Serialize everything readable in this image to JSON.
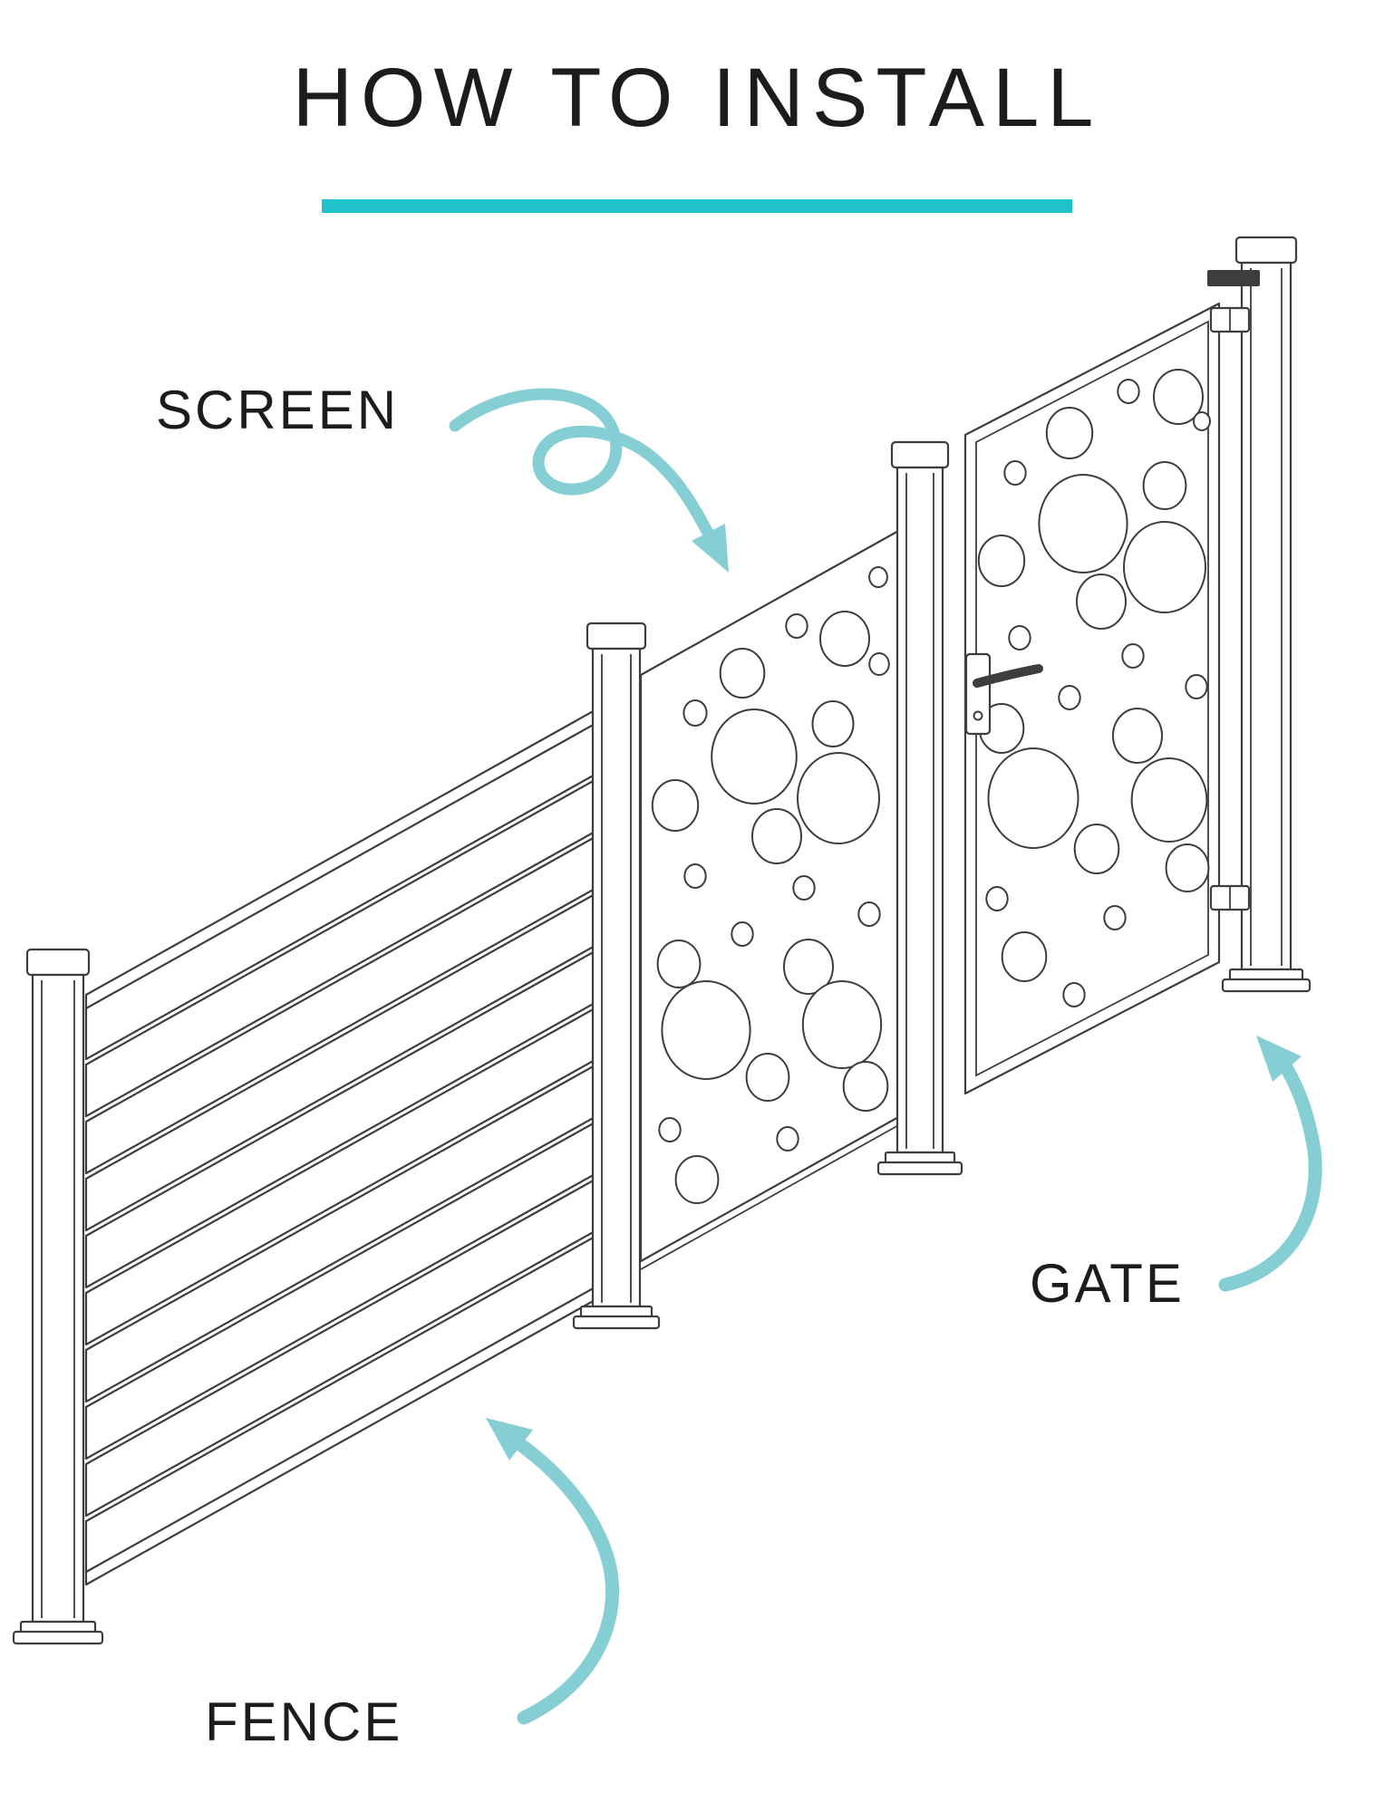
{
  "page": {
    "title": "HOW TO INSTALL",
    "background_color": "#ffffff",
    "accent_color": "#1fc2c8",
    "arrow_color": "#85ced4",
    "line_color": "#3d3d3d",
    "text_color": "#1c1c1c"
  },
  "labels": {
    "screen": "SCREEN",
    "gate": "GATE",
    "fence": "FENCE"
  }
}
